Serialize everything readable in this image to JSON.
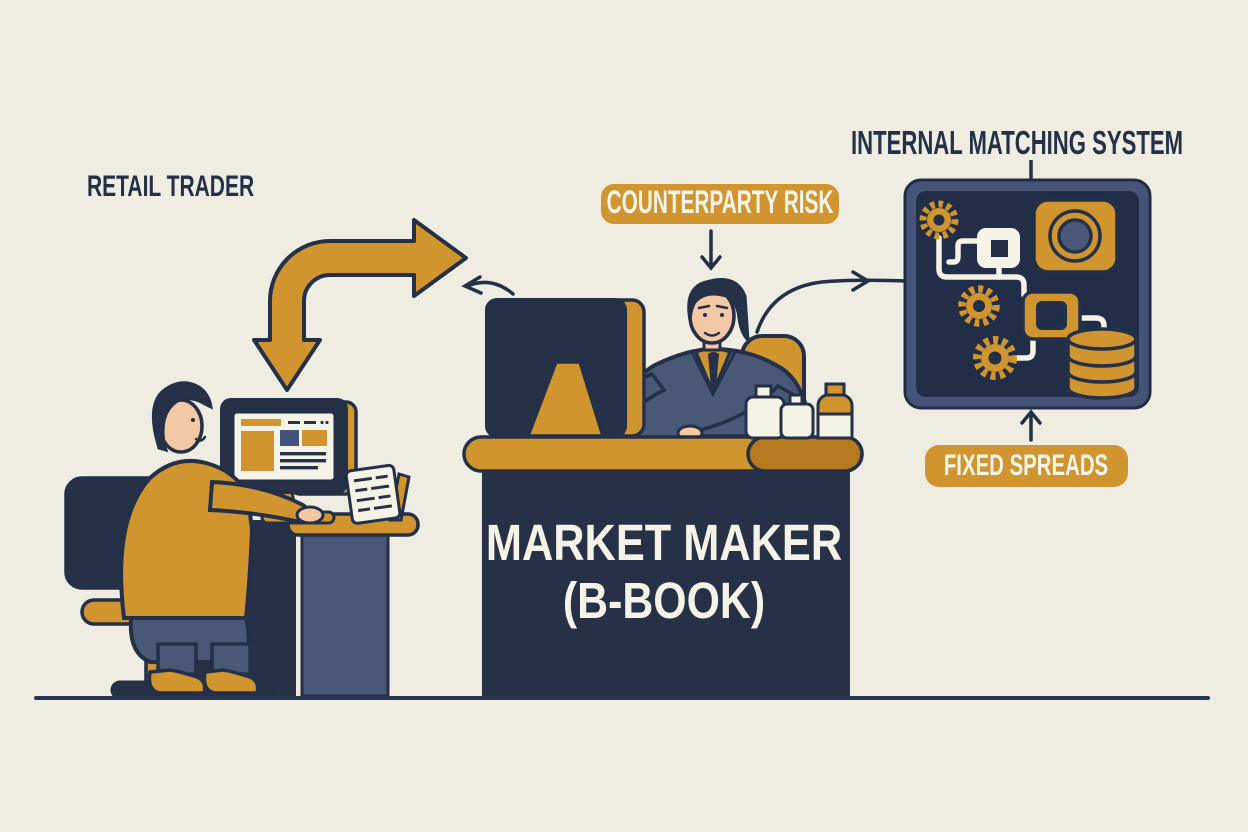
{
  "diagram": {
    "labels": {
      "retail_trader": "RETAIL TRADER",
      "counterparty_risk": "COUNTERPARTY RISK",
      "internal_matching_system": "INTERNAL MATCHING SYSTEM",
      "fixed_spreads": "FIXED SPREADS",
      "market_maker_line1": "MARKET MAKER",
      "market_maker_line2": "(B-BOOK)"
    },
    "colors": {
      "background": "#efede2",
      "outline_ink": "#233048",
      "navy_fill": "#263148",
      "gold": "#d0952f",
      "gold_dark": "#b5791f",
      "slate_blue": "#4a5878",
      "panel_border": "#46547a",
      "panel_interior": "#222d47",
      "cream_white": "#f5f2e6",
      "skin": "#f3c9a5",
      "badge_text": "#f7f4ea"
    },
    "icons": {
      "gear-icon": "⚙",
      "database-icon": "🛢",
      "chip-icon": "▣",
      "lens-icon": "◎",
      "down-arrow-icon": "↓",
      "up-arrow-icon": "↑",
      "elbow-flow-arrow-icon": "↳",
      "curve-right-arrow-icon": "↷",
      "curve-left-arrow-icon": "↶"
    }
  }
}
